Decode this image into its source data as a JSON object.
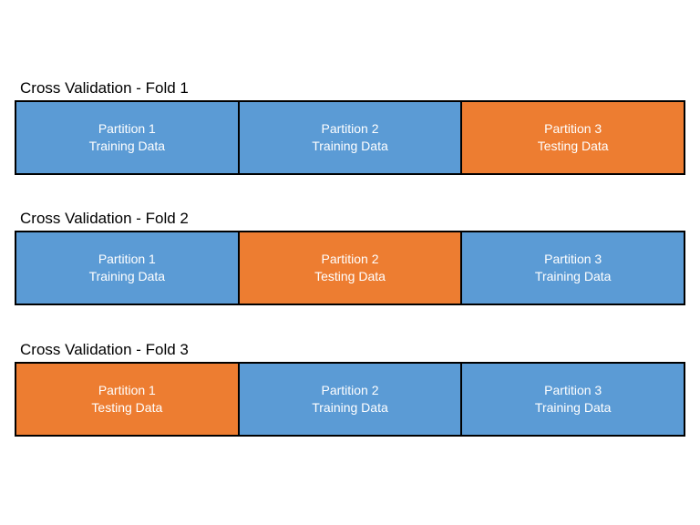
{
  "colors": {
    "training": "#5b9bd5",
    "testing": "#ed7d31",
    "border": "#000000",
    "text_on_block": "#ffffff"
  },
  "folds": [
    {
      "title": "Cross Validation - Fold 1",
      "partitions": [
        {
          "name": "Partition 1",
          "role": "Training Data",
          "kind": "training"
        },
        {
          "name": "Partition 2",
          "role": "Training Data",
          "kind": "training"
        },
        {
          "name": "Partition 3",
          "role": "Testing Data",
          "kind": "testing"
        }
      ]
    },
    {
      "title": "Cross Validation - Fold 2",
      "partitions": [
        {
          "name": "Partition 1",
          "role": "Training Data",
          "kind": "training"
        },
        {
          "name": "Partition 2",
          "role": "Testing Data",
          "kind": "testing"
        },
        {
          "name": "Partition 3",
          "role": "Training Data",
          "kind": "training"
        }
      ]
    },
    {
      "title": "Cross Validation - Fold 3",
      "partitions": [
        {
          "name": "Partition 1",
          "role": "Testing Data",
          "kind": "testing"
        },
        {
          "name": "Partition 2",
          "role": "Training Data",
          "kind": "training"
        },
        {
          "name": "Partition 3",
          "role": "Training Data",
          "kind": "training"
        }
      ]
    }
  ]
}
